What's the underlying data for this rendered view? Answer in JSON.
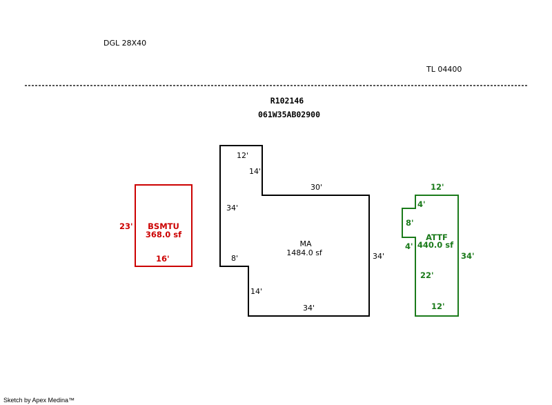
{
  "header": {
    "left_note": "DGL 28X40",
    "right_note": "TL 04400",
    "parcel_id": "R102146",
    "map_number": "061W35AB02900"
  },
  "colors": {
    "main": "#000000",
    "basement": "#cc0000",
    "attached": "#1a7a1a",
    "divider": "#555555"
  },
  "areas": {
    "basement": {
      "name": "BSMTU",
      "area": "368.0 sf",
      "dims": {
        "left": "23'",
        "bottom": "16'"
      }
    },
    "main": {
      "name": "MA",
      "area": "1484.0 sf",
      "dims": {
        "top": "12'",
        "notch_vertical": "14'",
        "step_top": "30'",
        "left": "34'",
        "right": "34'",
        "step_bottom": "8'",
        "lower_left": "14'",
        "bottom": "34'"
      }
    },
    "attached": {
      "name": "ATTF",
      "area": "440.0 sf",
      "dims": {
        "top": "12'",
        "upper_left": "4'",
        "bump": "8'",
        "lower_bump": "4'",
        "right": "34'",
        "left_lower": "22'",
        "bottom": "12'"
      }
    }
  },
  "footer": "Sketch by Apex Medina™"
}
